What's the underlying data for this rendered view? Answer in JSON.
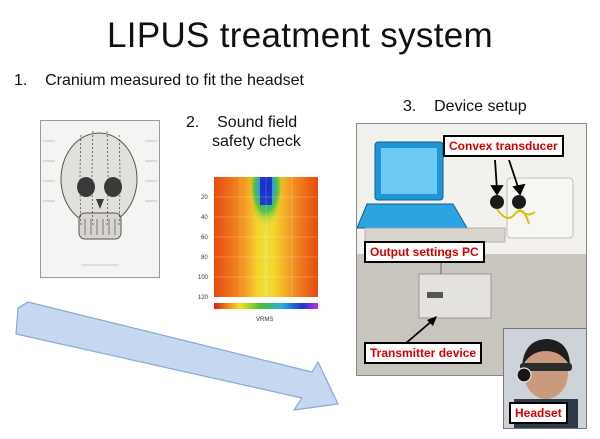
{
  "title": "LIPUS treatment system",
  "steps": [
    {
      "number": "1.",
      "text": "Cranium measured to fit the headset"
    },
    {
      "number": "2.",
      "line1": "Sound field",
      "line2": "safety check"
    },
    {
      "number": "3.",
      "text": "Device setup"
    }
  ],
  "sound_field_plot": {
    "y_ticks": [
      "20",
      "40",
      "60",
      "80",
      "100",
      "120"
    ],
    "colorbar_label": "VRMS"
  },
  "photo_labels": {
    "convex_transducer": "Convex transducer",
    "output_settings_pc": "Output settings PC",
    "transmitter_device": "Transmitter device",
    "headset": "Headset"
  },
  "colors": {
    "label_text": "#d40000",
    "arrow_fill": "#c6d7f0",
    "arrow_stroke": "#8aa8d8"
  }
}
